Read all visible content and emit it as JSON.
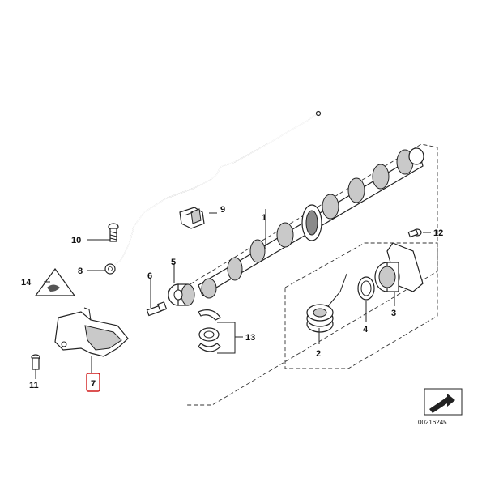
{
  "callouts": {
    "c1": "1",
    "c2": "2",
    "c3": "3",
    "c4": "4",
    "c5": "5",
    "c6": "6",
    "c7": "7",
    "c8": "8",
    "c9": "9",
    "c10": "10",
    "c11": "11",
    "c12": "12",
    "c13": "13",
    "c14": "14"
  },
  "diagram_id": "00216245",
  "colors": {
    "highlight_box": "#d11a1a",
    "line": "#222222"
  }
}
